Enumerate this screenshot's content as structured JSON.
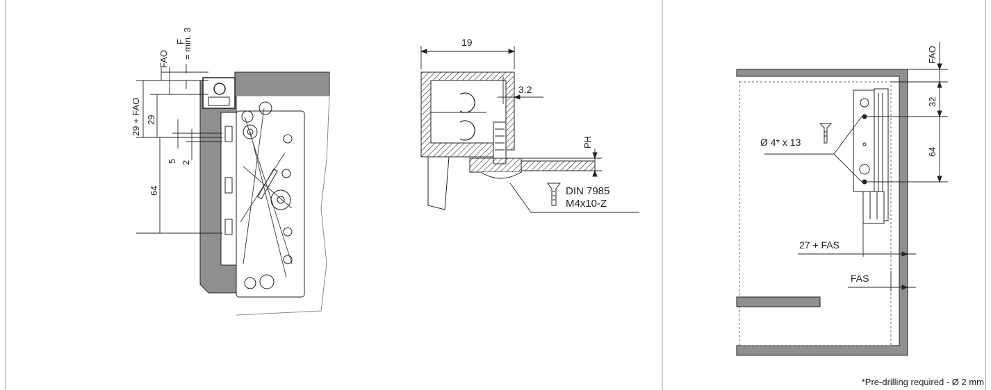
{
  "left_labels": {
    "fao": "FAO",
    "f": "F",
    "min3": "= min. 3",
    "h29fao": "29 + FAO",
    "h29": "29",
    "d5": "5",
    "d2": "2",
    "d64": "64"
  },
  "middle_labels": {
    "d19": "19",
    "d32": "3.2",
    "ph": "PH",
    "screw_std": "DIN 7985",
    "screw_spec": "M4x10-Z"
  },
  "right_labels": {
    "fao": "FAO",
    "d32": "32",
    "d64": "64",
    "screw": "Ø 4* x 13",
    "d27fas": "27 + FAS",
    "fas": "FAS"
  },
  "footnote": "*Pre-drilling required - Ø 2 mm",
  "colors": {
    "line": "#222222",
    "panel": "#8f8f8f",
    "border": "#b0b0b0"
  }
}
